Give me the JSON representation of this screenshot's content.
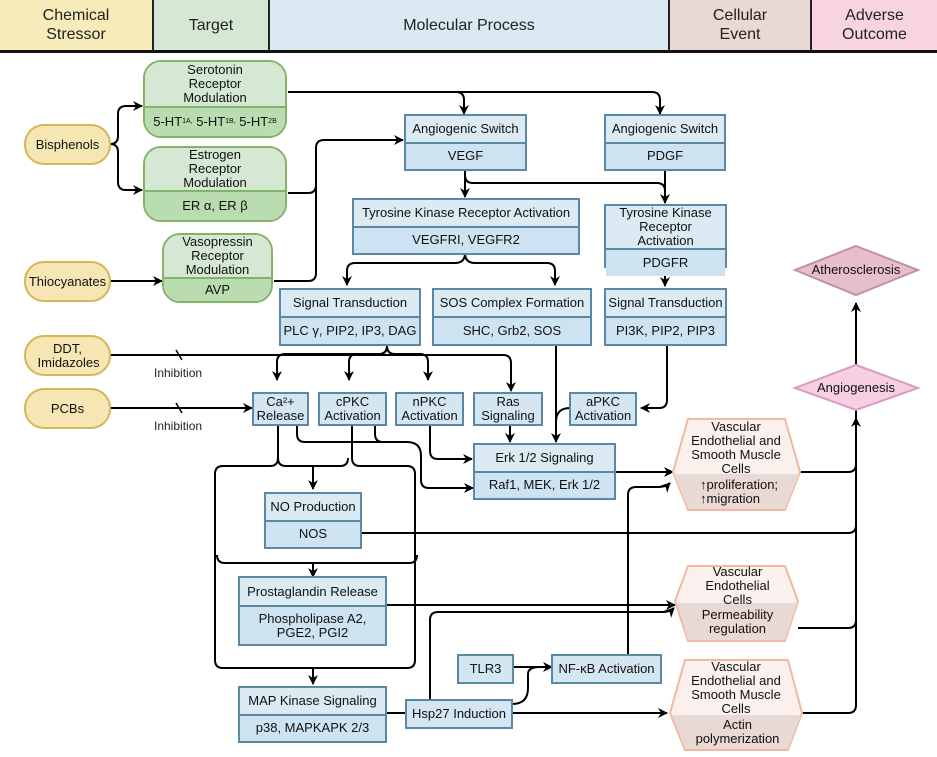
{
  "header": {
    "columns": [
      {
        "label": "Chemical Stressor",
        "color": "#f7ebb9"
      },
      {
        "label": "Target",
        "color": "#d5e8d4"
      },
      {
        "label": "Molecular Process",
        "color": "#dbeaf2"
      },
      {
        "label": "Cellular Event",
        "color": "#e8d9d5"
      },
      {
        "label": "Adverse Outcome",
        "color": "#f8d3e2"
      }
    ]
  },
  "stressors": {
    "bisphenols": "Bisphenols",
    "thiocyanates": "Thiocyanates",
    "ddt": "DDT, Imidazoles",
    "pcbs": "PCBs"
  },
  "targets": {
    "serotonin": {
      "title": "Serotonin Receptor Modulation",
      "detail": "5-HT1A, 5-HT1B, 5-HT2B"
    },
    "estrogen": {
      "title": "Estrogen Receptor Modulation",
      "detail": "ER α, ER β"
    },
    "vasopressin": {
      "title": "Vasopressin Receptor Modulation",
      "detail": "AVP"
    }
  },
  "molecular": {
    "angio_vegf": {
      "title": "Angiogenic Switch",
      "detail": "VEGF"
    },
    "angio_pdgf": {
      "title": "Angiogenic Switch",
      "detail": "PDGF"
    },
    "tkr_vegf": {
      "title": "Tyrosine Kinase Receptor Activation",
      "detail": "VEGFRI, VEGFR2"
    },
    "tkr_pdgf": {
      "title": "Tyrosine Kinase Receptor Activation",
      "detail": "PDGFR"
    },
    "signal_plc": {
      "title": "Signal Transduction",
      "detail": "PLC γ, PIP2, IP3, DAG"
    },
    "sos": {
      "title": "SOS Complex Formation",
      "detail": "SHC, Grb2, SOS"
    },
    "signal_pi3k": {
      "title": "Signal Transduction",
      "detail": "PI3K, PIP2, PIP3"
    },
    "ca": "Ca²+ Release",
    "cpkc": "cPKC Activation",
    "npkc": "nPKC Activation",
    "ras": "Ras Signaling",
    "apkc": "aPKC Activation",
    "erk": {
      "title": "Erk 1/2 Signaling",
      "detail": "Raf1, MEK, Erk 1/2"
    },
    "no": {
      "title": "NO Production",
      "detail": "NOS"
    },
    "prosta": {
      "title": "Prostaglandin Release",
      "detail": "Phospholipase A2, PGE2, PGI2"
    },
    "mapk": {
      "title": "MAP Kinase Signaling",
      "detail": "p38, MAPKAPK 2/3"
    },
    "tlr3": "TLR3",
    "nfkb": "NF-κB Activation",
    "hsp27": "Hsp27 Induction"
  },
  "edge_labels": {
    "inhibition_1": "Inhibition",
    "inhibition_2": "Inhibition"
  },
  "cellular": {
    "prolif": {
      "title": "Vascular Endothelial and Smooth Muscle Cells",
      "detail": "↑proliferation; ↑migration"
    },
    "perm": {
      "title": "Vascular Endothelial Cells",
      "detail": "Permeability regulation"
    },
    "actin": {
      "title": "Vascular Endothelial and Smooth Muscle Cells",
      "detail": "Actin polymerization"
    }
  },
  "outcomes": {
    "atherosclerosis": "Atherosclerosis",
    "angiogenesis": "Angiogenesis"
  }
}
